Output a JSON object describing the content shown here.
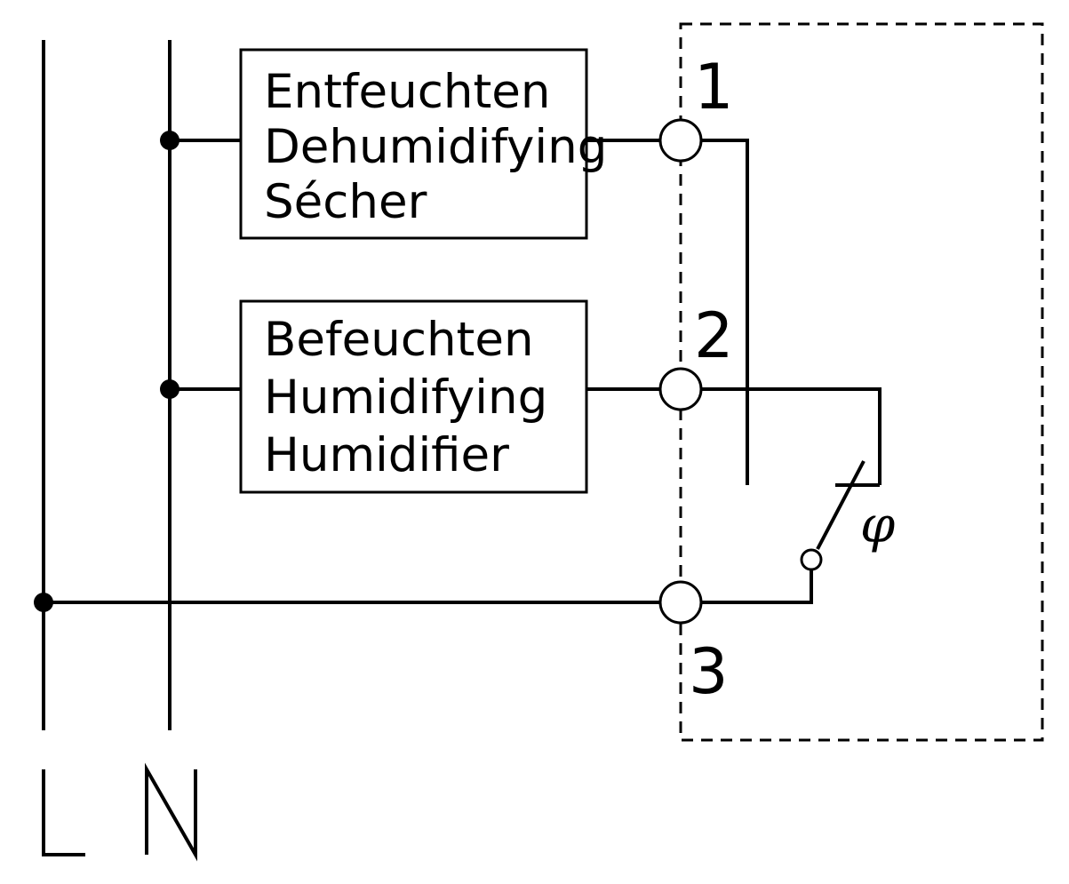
{
  "diagram": {
    "box1": {
      "line1": "Entfeuchten",
      "line2": "Dehumidifying",
      "line3": "Sécher"
    },
    "box2": {
      "line1": "Befeuchten",
      "line2": "Humidifying",
      "line3": "Humidifier"
    },
    "terminals": {
      "t1": "1",
      "t2": "2",
      "t3": "3"
    },
    "switch_symbol": "φ",
    "rails": {
      "line": "L",
      "neutral": "N"
    }
  }
}
